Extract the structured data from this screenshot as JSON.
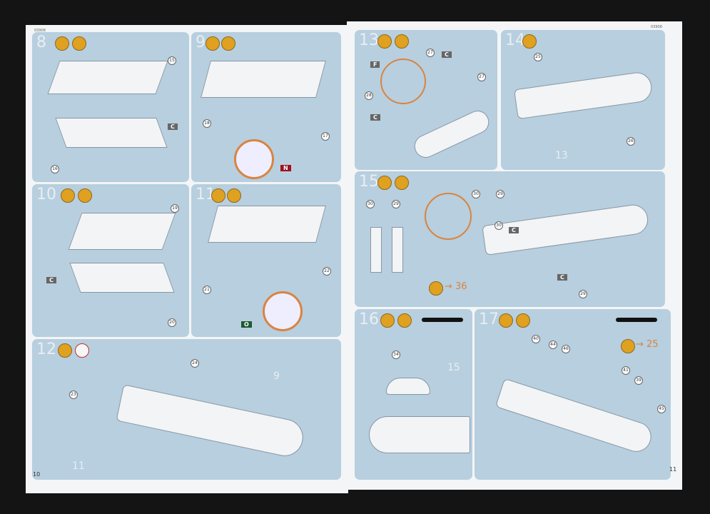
{
  "codes": {
    "left": "03908",
    "right": "03908"
  },
  "page_numbers": {
    "left": "10",
    "right": "11"
  },
  "steps": [
    {
      "n": "8",
      "refs": [
        "15",
        "16"
      ],
      "decals": [
        "C"
      ]
    },
    {
      "n": "9",
      "refs": [
        "18",
        "17"
      ],
      "decals": [
        "N"
      ]
    },
    {
      "n": "10",
      "refs": [
        "19",
        "20"
      ],
      "decals": [
        "C"
      ]
    },
    {
      "n": "11",
      "refs": [
        "21",
        "22"
      ],
      "decals": [
        "O"
      ]
    },
    {
      "n": "12",
      "refs": [
        "23",
        "24"
      ],
      "labels": [
        "9",
        "11"
      ]
    },
    {
      "n": "13",
      "refs": [
        "27",
        "28",
        "27"
      ],
      "decals": [
        "F",
        "C",
        "C"
      ]
    },
    {
      "n": "14",
      "refs": [
        "25",
        "26"
      ],
      "labels": [
        "13"
      ]
    },
    {
      "n": "15",
      "refs": [
        "30",
        "29",
        "30",
        "29",
        "30",
        "29"
      ],
      "decals": [
        "C",
        "C"
      ],
      "goto": "36"
    },
    {
      "n": "16",
      "refs": [
        "34"
      ],
      "labels": [
        "15"
      ]
    },
    {
      "n": "17",
      "refs": [
        "40",
        "44",
        "46",
        "41",
        "39",
        "45"
      ],
      "goto": "25"
    }
  ]
}
